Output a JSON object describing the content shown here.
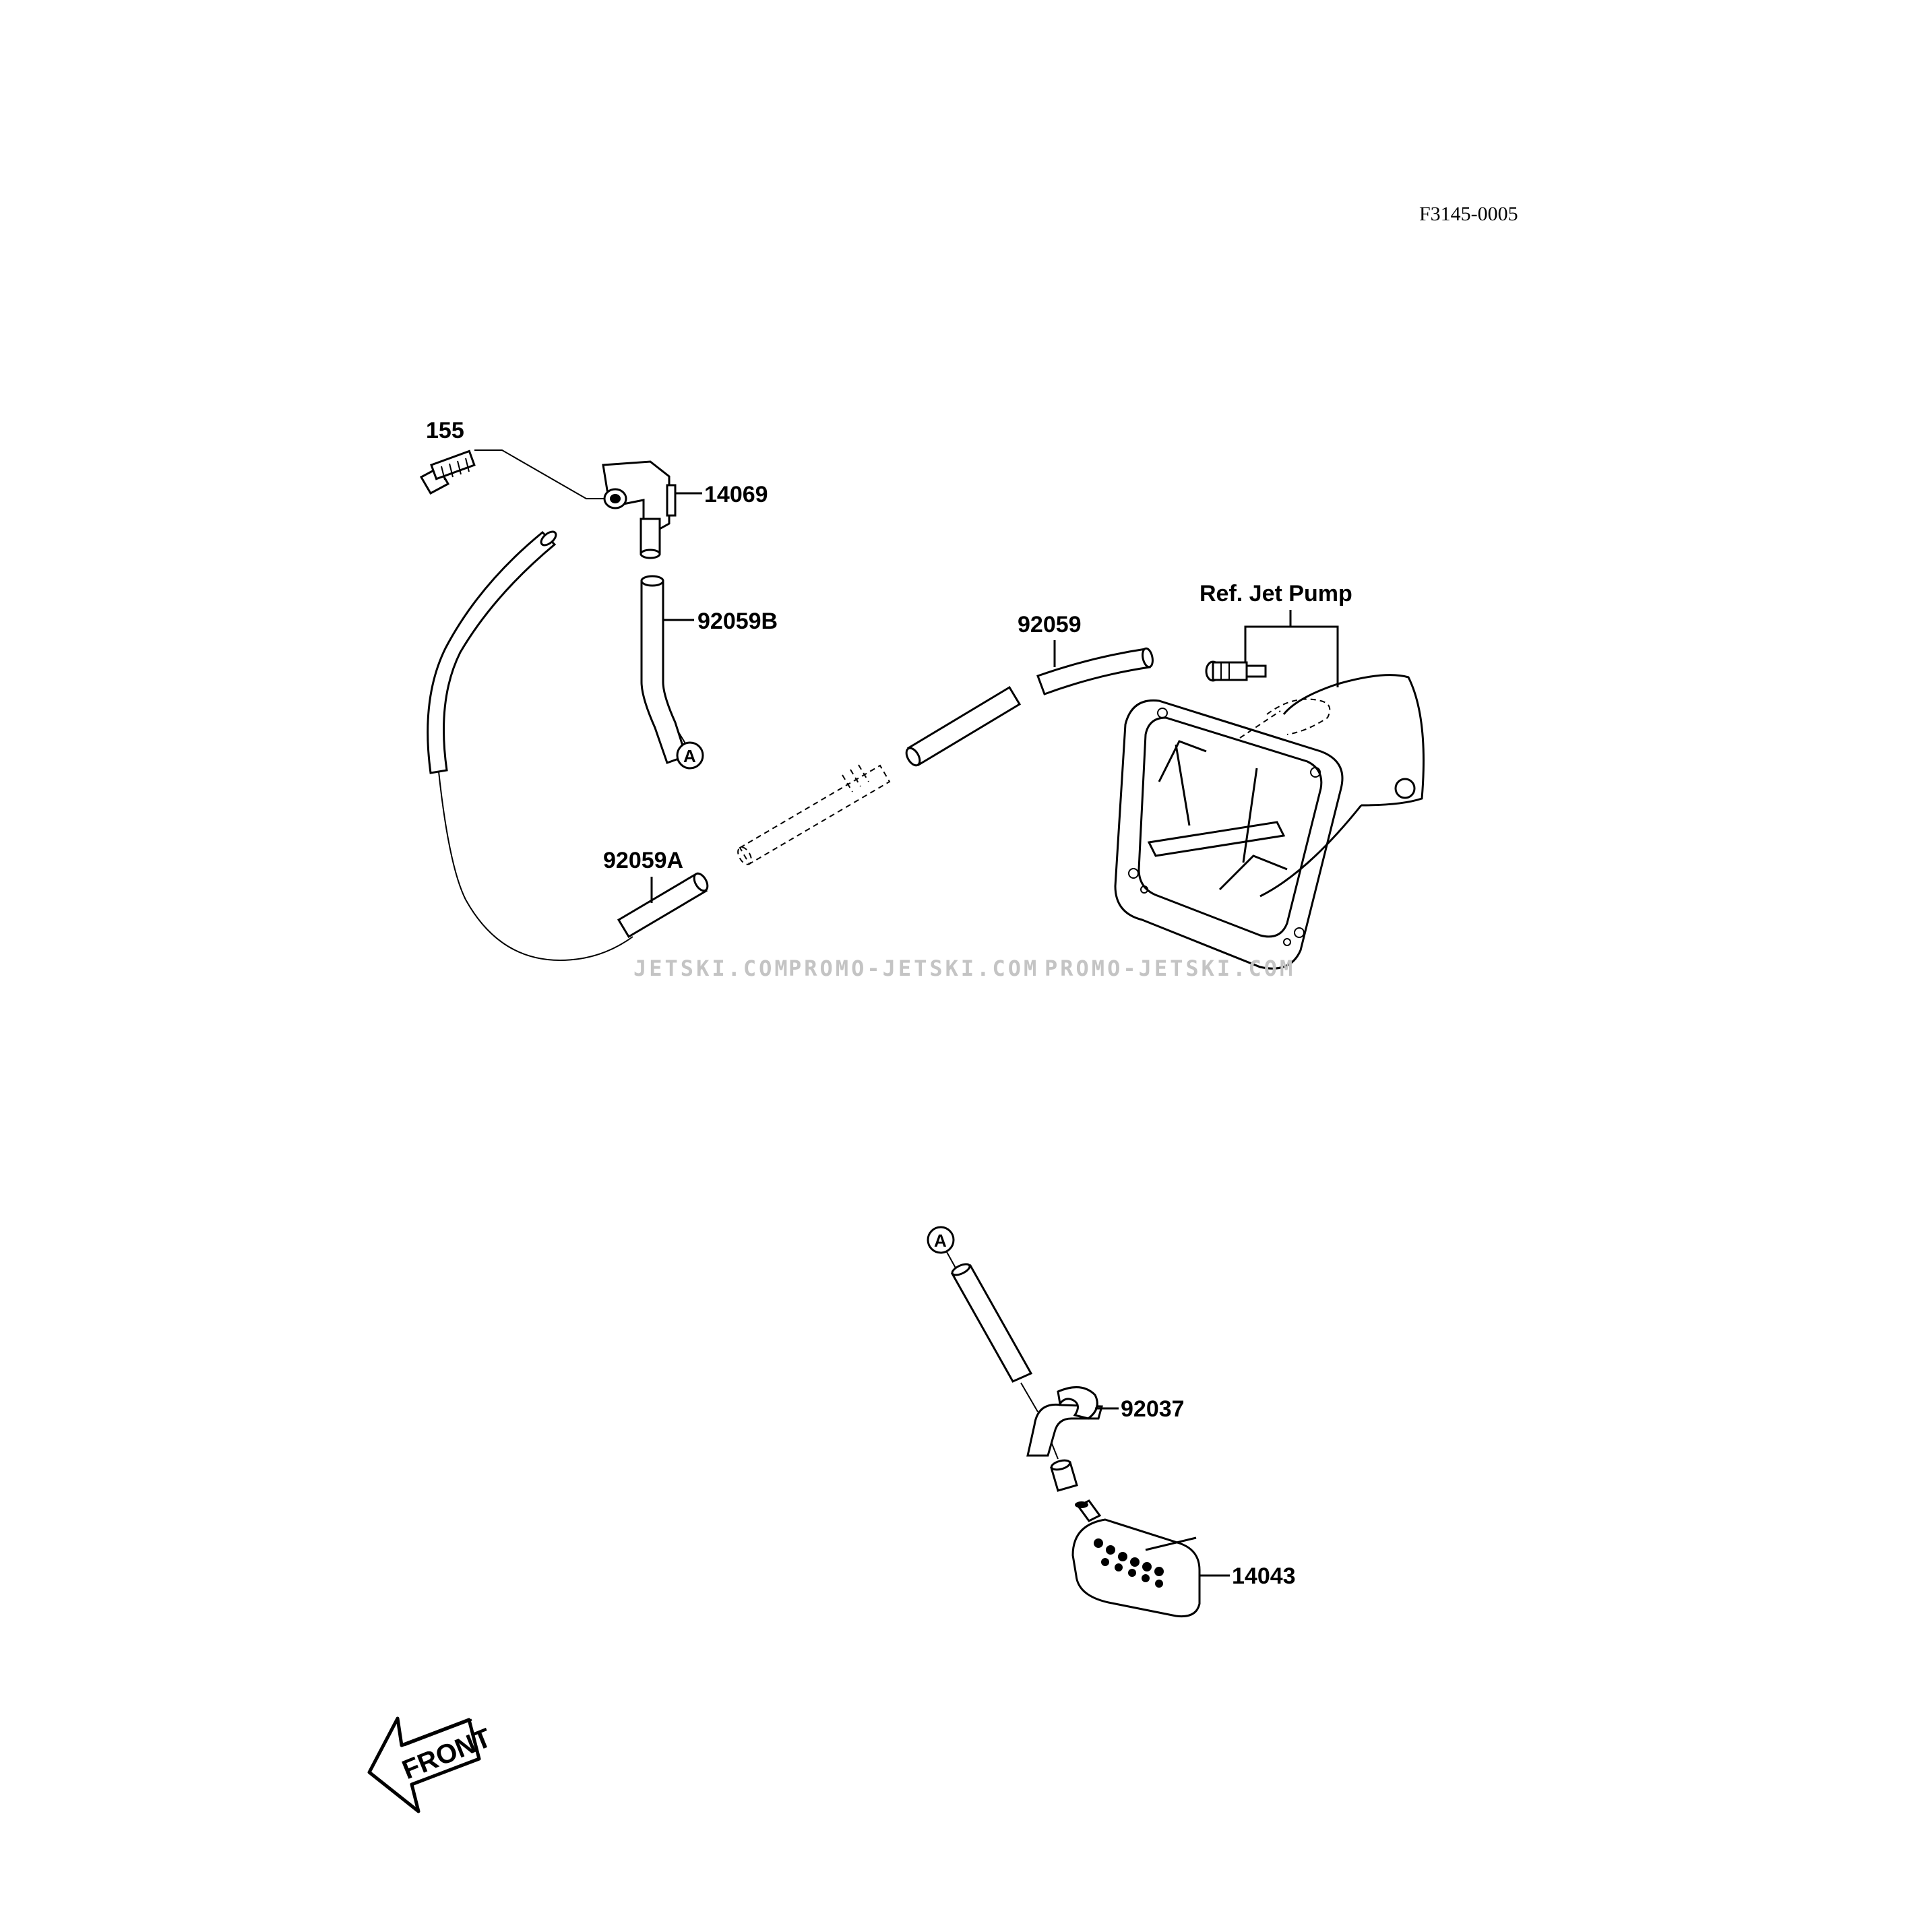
{
  "diagram_code": "F3145-0005",
  "reference_label": "Ref. Jet Pump",
  "callouts": {
    "bolt": "155",
    "elbow_fitting": "14069",
    "hose_b": "92059B",
    "hose_main": "92059",
    "hose_a": "92059A",
    "clamp": "92037",
    "strainer": "14043"
  },
  "connector_marker": "A",
  "front_indicator": "FRONT",
  "watermarks": [
    "JETSKI.COM",
    "PROMO-JETSKI.COM",
    "PROMO-JETSKI.COM"
  ],
  "colors": {
    "line": "#000000",
    "background": "#ffffff",
    "watermark": "#c4c4c4"
  }
}
